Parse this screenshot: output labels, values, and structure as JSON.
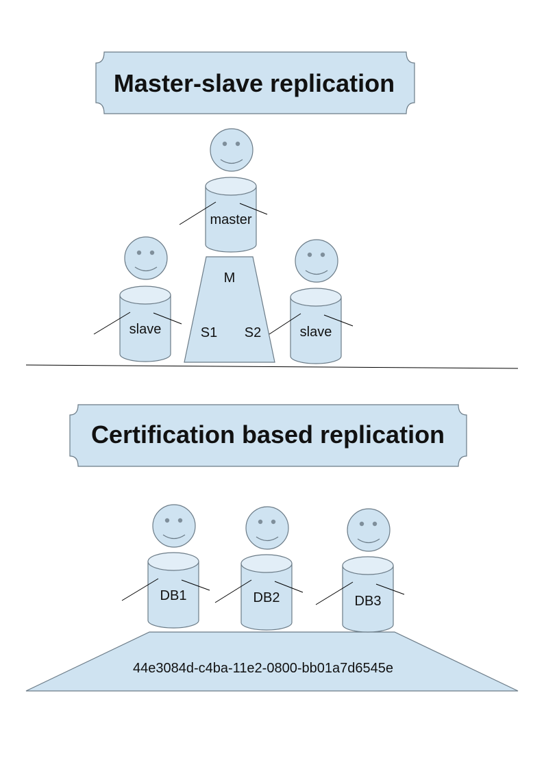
{
  "colors": {
    "fill": "#cfe3f1",
    "fill_light": "#e2eef7",
    "stroke": "#6b7b87",
    "face_feature": "#7f8f9b",
    "line": "#000000"
  },
  "master_slave": {
    "title": "Master-slave replication",
    "master_label": "master",
    "slave_left_label": "slave",
    "slave_right_label": "slave",
    "pyramid": {
      "top_label": "M",
      "left_label": "S1",
      "right_label": "S2"
    }
  },
  "certification": {
    "title": "Certification based replication",
    "db1_label": "DB1",
    "db2_label": "DB2",
    "db3_label": "DB3",
    "base_label": "44e3084d-c4ba-11e2-0800-bb01a7d6545e"
  }
}
